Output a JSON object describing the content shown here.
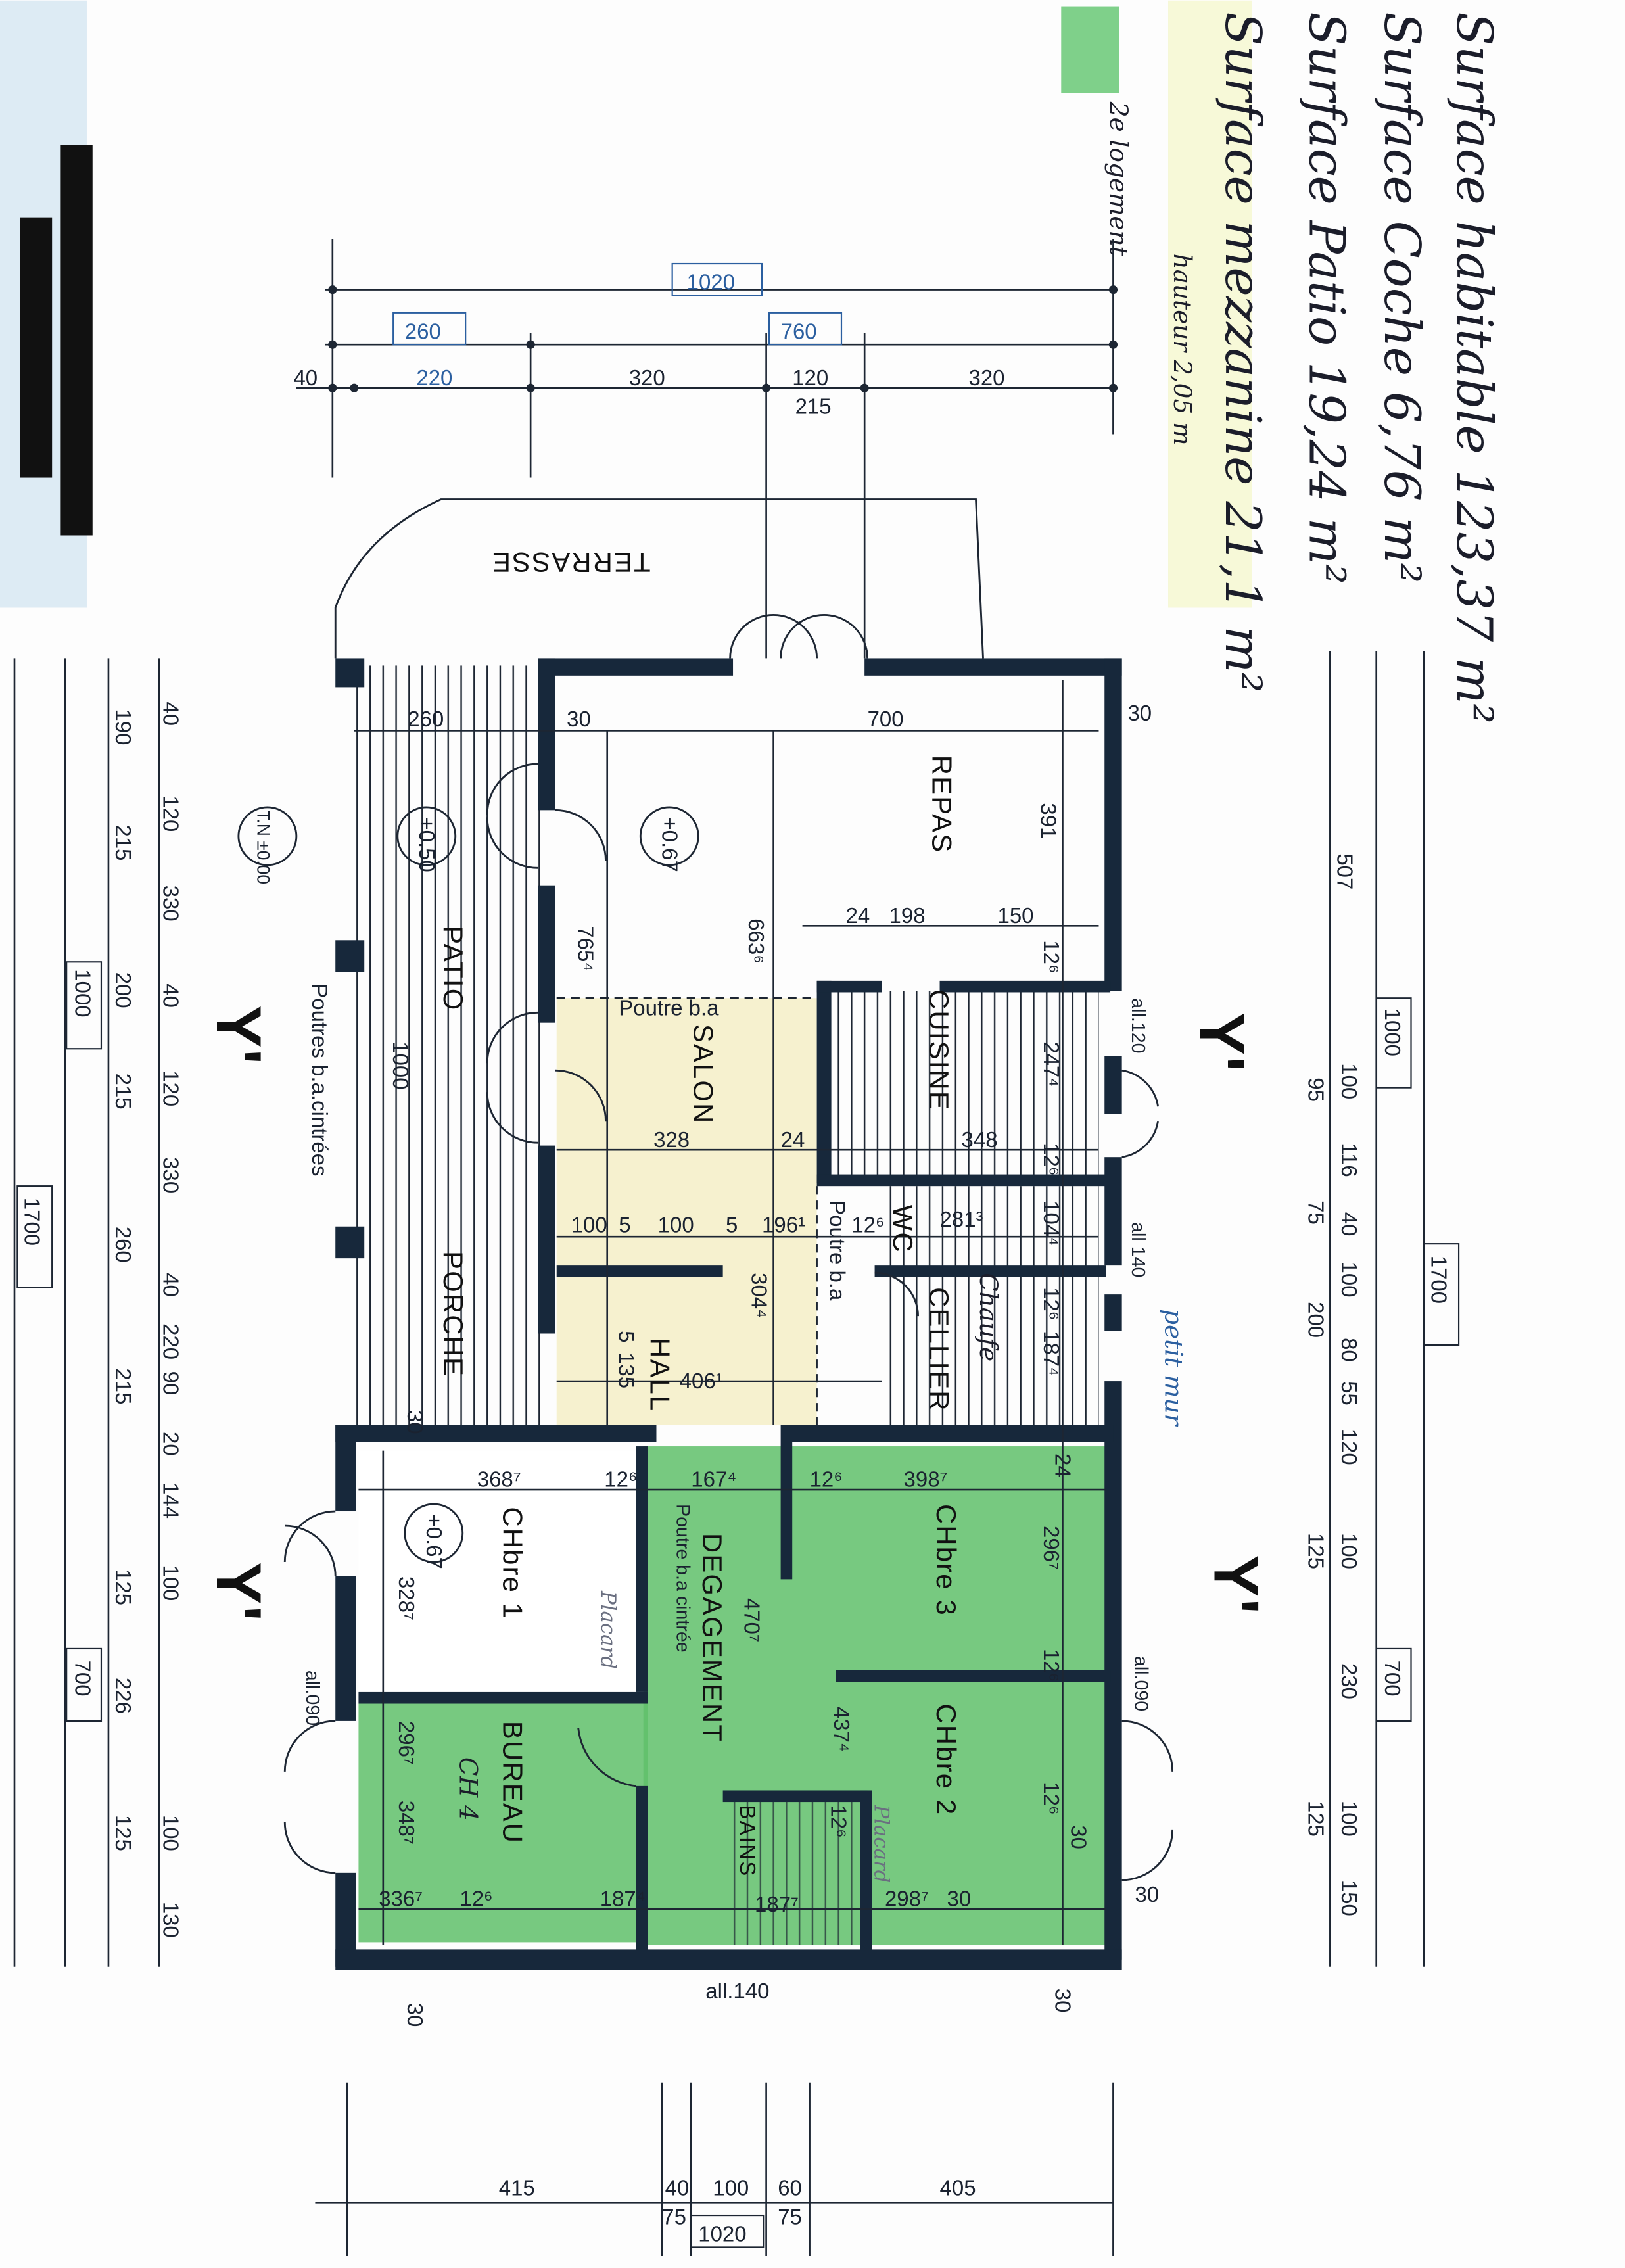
{
  "notes": {
    "surface_habitable": "Surface habitable 123,37 m²",
    "surface_coche": "Surface Coche 6,76 m²",
    "surface_patio": "Surface Patio 19,24 m²",
    "surface_mezzanine": "Surface mezzanine 21,1 m²",
    "hauteur": "hauteur 2,05 m",
    "logement": "2e logement"
  },
  "rooms": {
    "terrasse": "TERRASSE",
    "repas": "REPAS",
    "salon": "SALON",
    "cuisine": "CUISINE",
    "wc": "WC",
    "cellier": "CELLIER",
    "cellier_note": "Chaufe",
    "hall": "HALL",
    "patio": "PATIO",
    "porche": "PORCHE",
    "chbre1": "CHbre 1",
    "chbre2": "CHbre 2",
    "chbre3": "CHbre 3",
    "bureau": "BUREAU",
    "bureau_note": "CH 4",
    "degagement": "DEGAGEMENT",
    "bains": "BAINS"
  },
  "annotations": {
    "poutre_ba": "Poutre b.a",
    "poutre_ba_2": "Poutre b.a",
    "poutre_cintree": "Poutre b.a cintrée",
    "poutres_cintrees": "Poutres b.a.cintrées",
    "level_tn": "T.N ±0.00",
    "level_patio": "+0.50",
    "level_repas": "+0.67",
    "level_chbre1": "+0.67",
    "all_120": "all.120",
    "all_140_right": "all 140",
    "all_090_left": "all.090",
    "all_090_right": "all.090",
    "all_140_bottom": "all.140",
    "placard_1": "Placard",
    "placard_2": "Placard",
    "petit_mur": "petit mur",
    "section_marker": "Y'"
  },
  "dims": {
    "top": [
      "1020",
      "260",
      "760",
      "40",
      "220",
      "320",
      "120",
      "320",
      "215"
    ],
    "left_outer": [
      "1700",
      "1000",
      "700"
    ],
    "left_mid": [
      "190",
      "215",
      "200",
      "215",
      "260",
      "215",
      "125",
      "226",
      "125"
    ],
    "left_inner": [
      "40",
      "120",
      "330",
      "40",
      "120",
      "330",
      "40",
      "220",
      "90",
      "20",
      "144",
      "100",
      "100",
      "130"
    ],
    "right_outer": [
      "1700"
    ],
    "right_mid": [
      "1000",
      "700"
    ],
    "right_inner": [
      "507",
      "95",
      "100",
      "116",
      "75",
      "40",
      "100",
      "200",
      "80",
      "55",
      "120",
      "125",
      "100",
      "230",
      "125",
      "100",
      "150"
    ],
    "bottom": [
      "415",
      "40",
      "100",
      "60",
      "405",
      "75",
      "75",
      "1020"
    ],
    "interior": [
      "260",
      "30",
      "700",
      "30",
      "391",
      "24",
      "198",
      "150",
      "12⁶",
      "765⁴",
      "663⁶",
      "1000",
      "328",
      "24",
      "348",
      "247⁴",
      "12⁶",
      "100",
      "5",
      "100",
      "5",
      "196¹",
      "12⁶",
      "281³",
      "104⁴",
      "304⁴",
      "12⁶",
      "187⁴",
      "5",
      "135",
      "406¹",
      "30",
      "368⁷",
      "12⁶",
      "167⁴",
      "12⁶",
      "398⁷",
      "24",
      "296⁷",
      "328⁷",
      "470⁷",
      "12⁶",
      "437⁴",
      "12⁶",
      "296⁷",
      "348⁷",
      "12⁶",
      "187⁴",
      "187⁷",
      "12⁶",
      "298⁷",
      "30",
      "336⁷",
      "30",
      "30",
      "30",
      "30"
    ]
  },
  "colors": {
    "wall": "#17283b",
    "green_fill": "#5fbf6a",
    "yellow_fill": "#f6f1cf",
    "blue_ink": "#2b5fa0",
    "green_swatch": "#7fd08a"
  }
}
